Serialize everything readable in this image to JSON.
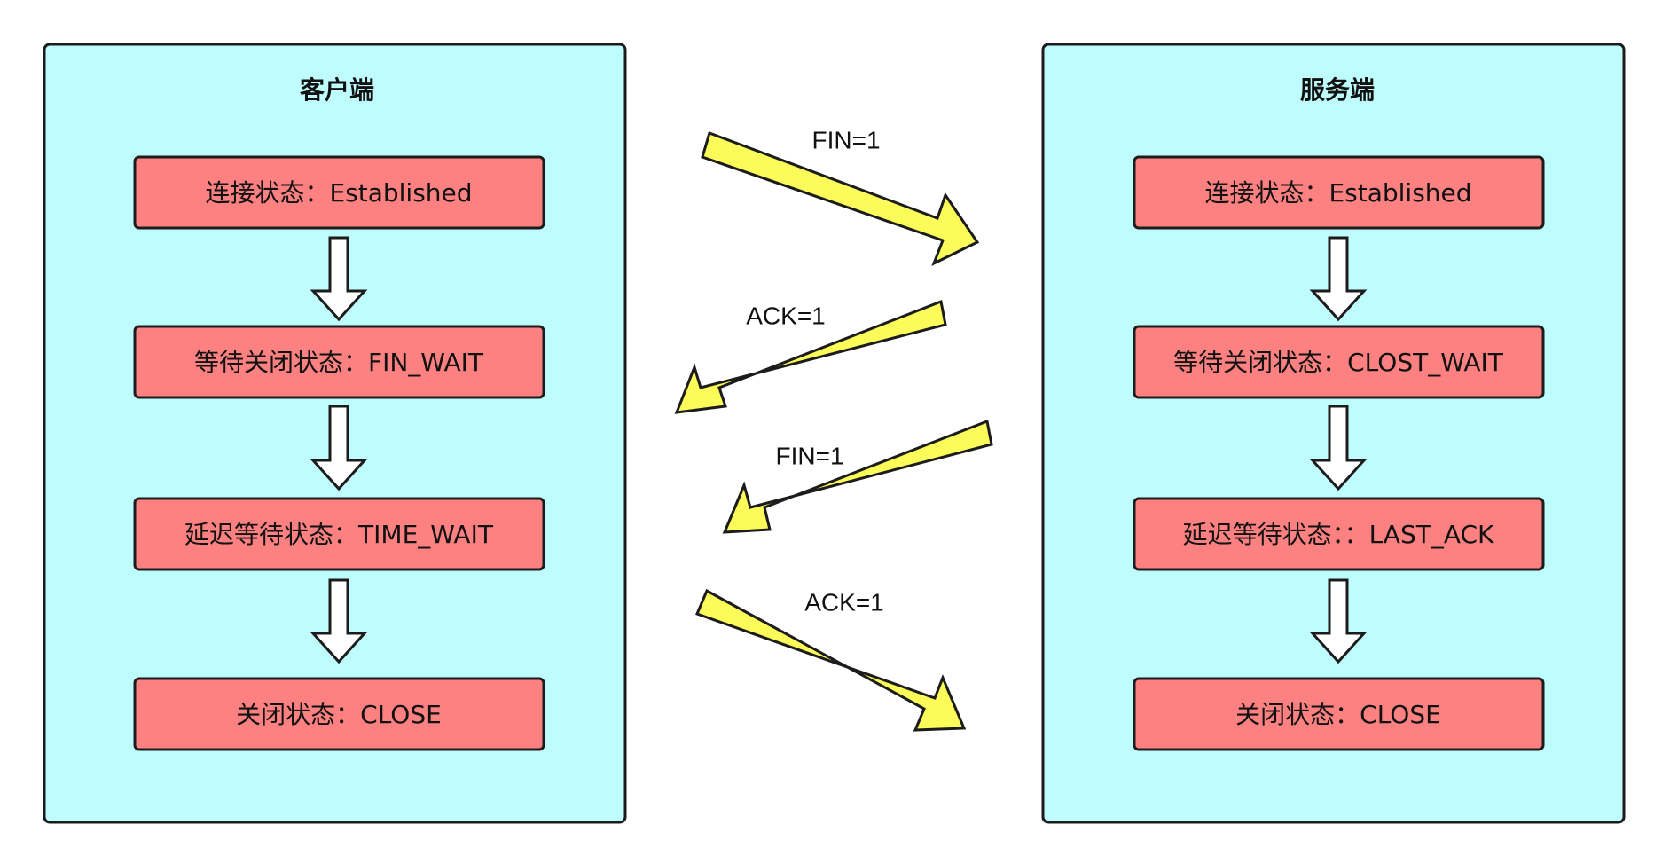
{
  "client": {
    "title": "客户端",
    "states": [
      "连接状态：Established",
      "等待关闭状态：FIN_WAIT",
      "延迟等待状态：TIME_WAIT",
      "关闭状态：CLOSE"
    ]
  },
  "server": {
    "title": "服务端",
    "states": [
      "连接状态：Established",
      "等待关闭状态：CLOST_WAIT",
      "延迟等待状态：：LAST_ACK",
      "关闭状态：CLOSE"
    ]
  },
  "messages": [
    {
      "label": "FIN=1",
      "direction": "client-to-server"
    },
    {
      "label": "ACK=1",
      "direction": "server-to-client"
    },
    {
      "label": "FIN=1",
      "direction": "server-to-client"
    },
    {
      "label": "ACK=1",
      "direction": "client-to-server"
    }
  ],
  "colors": {
    "panel_fill": "#bffcfd",
    "state_fill": "#fd8181",
    "message_arrow_fill": "#fbfb59",
    "flow_arrow_fill": "#ffffff",
    "stroke": "#1c1c1c"
  }
}
